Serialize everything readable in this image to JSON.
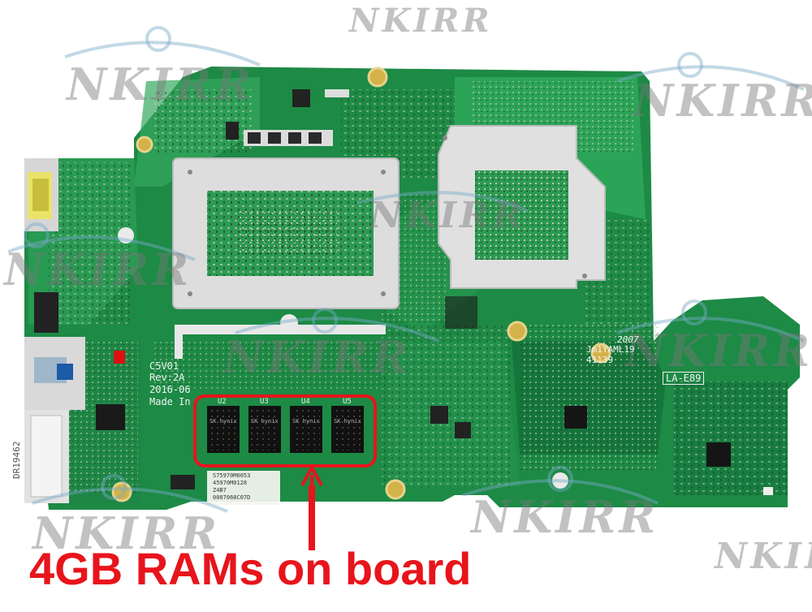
{
  "watermark": {
    "text": "NKIRR"
  },
  "board": {
    "model": "LA-E89",
    "rev": "Rev:2A",
    "version_code": "C5V01",
    "date": "2016-06",
    "made_in": "Made In",
    "date_code": "2007",
    "label_line1": "Jm1YAML19",
    "label_line2": "41139",
    "port_label": "DR19462",
    "ram_chips": [
      {
        "ref": "U2",
        "label": "SK hynix"
      },
      {
        "ref": "U3",
        "label": "SK hynix"
      },
      {
        "ref": "U4",
        "label": "SK hynix"
      },
      {
        "ref": "U5",
        "label": "SK hynix"
      }
    ],
    "sticker_lines": [
      "S75970M0053",
      "45970M0128",
      "Z4B7",
      "0007060C07D"
    ]
  },
  "annotation": {
    "caption": "4GB RAMs on board",
    "highlight_color": "#e8141c"
  }
}
